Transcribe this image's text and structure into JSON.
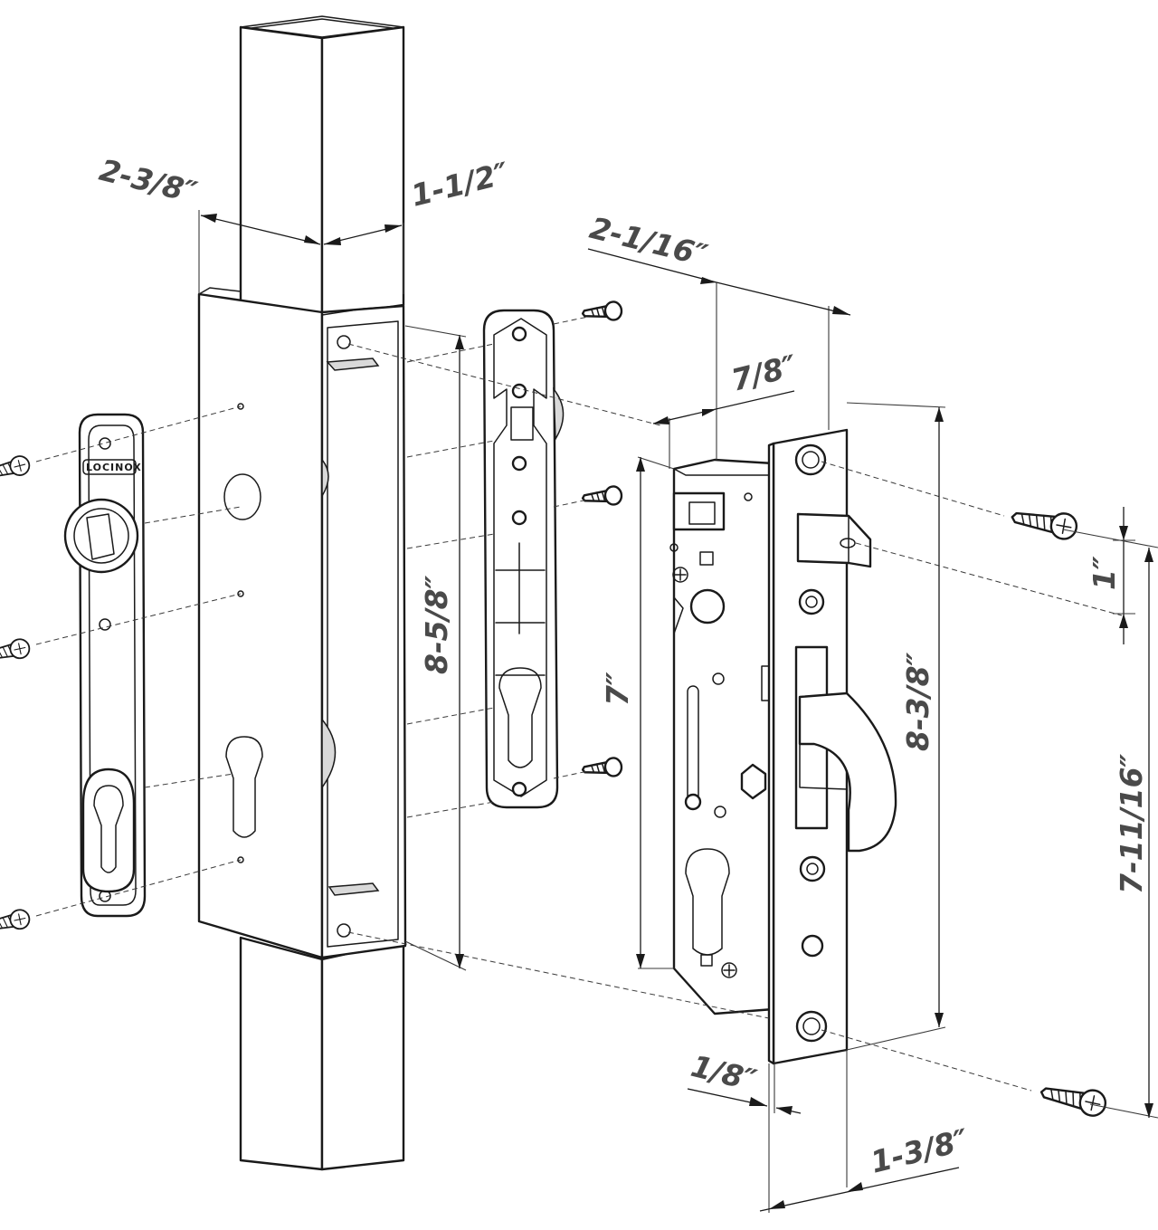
{
  "brand": "LOCINOX",
  "dimensions": {
    "post_width": "2-3/8″",
    "tube_width": "1-1/2″",
    "housing_height": "8-5/8″",
    "faceplate_offset": "2-1/16″",
    "backset": "7/8″",
    "body_height": "7″",
    "faceplate_height": "8-3/8″",
    "latch_spacing": "1″",
    "screw_spacing": "7-11/16″",
    "faceplate_thickness": "1/8″",
    "faceplate_width": "1-3/8″"
  },
  "colors": {
    "line": "#1a1a1a",
    "label": "#4a4a4a",
    "shade": "#d9d9d9"
  }
}
